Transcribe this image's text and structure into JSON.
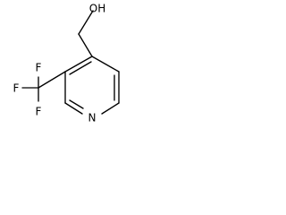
{
  "structure": {
    "atom_labels": {
      "hydroxyl": "OH",
      "ring_nitrogen": "N",
      "fluorine_top": "F",
      "fluorine_left": "F",
      "fluorine_bottom": "F"
    },
    "colors": {
      "background": "#ffffff",
      "ink": "#000000"
    }
  }
}
